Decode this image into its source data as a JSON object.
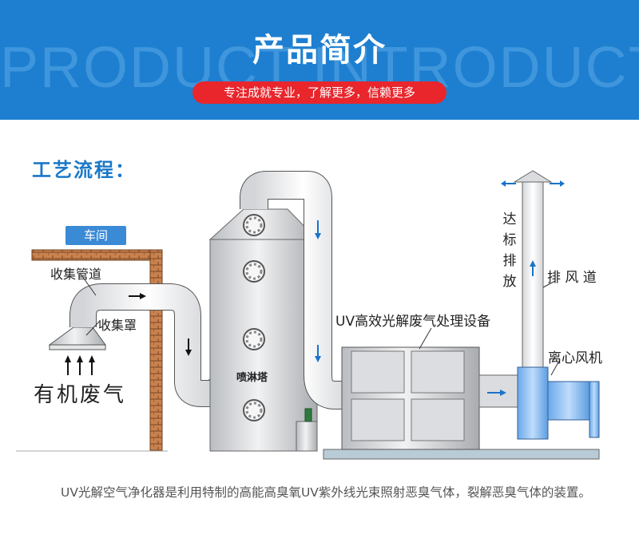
{
  "banner": {
    "background_text": "PRODUCT INTRODUCTION",
    "title": "产品简介",
    "tagline": "专注成就专业，了解更多，信赖更多",
    "bg_color": "#1e7fd0",
    "tag_color": "#e8262c"
  },
  "section_title": "工艺流程：",
  "diagram": {
    "workshop": "车间",
    "collection_duct": "收集管道",
    "collection_hood": "收集罩",
    "source": "有机废气",
    "spray_tower": "喷淋塔",
    "uv_equipment": "UV高效光解废气处理设备",
    "exhaust_chars": [
      "达",
      "标",
      "排",
      "放"
    ],
    "exhaust_duct": "排 风 道",
    "fan": "离心风机"
  },
  "description": "UV光解空气净化器是利用特制的高能高臭氧UV紫外线光束照射恶臭气体，裂解恶臭气体的装置。"
}
